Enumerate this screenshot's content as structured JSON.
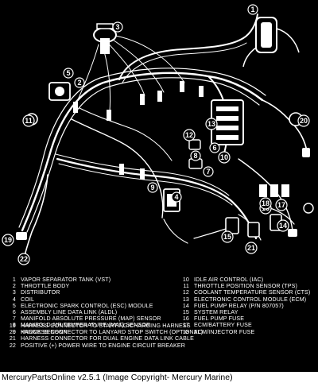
{
  "callouts": [
    "1",
    "2",
    "3",
    "4",
    "5",
    "6",
    "7",
    "8",
    "9",
    "10",
    "11",
    "12",
    "13",
    "14",
    "15",
    "16",
    "17",
    "18",
    "19",
    "20",
    "21",
    "22"
  ],
  "legend": {
    "left": [
      {
        "num": "1",
        "text": "VAPOR SEPARATOR TANK (VST)"
      },
      {
        "num": "2",
        "text": "THROTTLE BODY"
      },
      {
        "num": "3",
        "text": "DISTRIBUTOR"
      },
      {
        "num": "4",
        "text": "COIL"
      },
      {
        "num": "5",
        "text": "ELECTRONIC SPARK CONTROL (ESC) MODULE"
      },
      {
        "num": "6",
        "text": "ASSEMBLY LINE DATA LINK (ALDL)"
      },
      {
        "num": "7",
        "text": "MANIFOLD ABSOLUTE PRESSURE (MAP) SENSOR"
      },
      {
        "num": "8",
        "text": "MANIFOLD AIR TEMPERATURE (MAT) SENSOR"
      },
      {
        "num": "9",
        "text": "KNOCK SENSOR"
      }
    ],
    "right": [
      {
        "num": "10",
        "text": "IDLE AIR CONTROL (IAC)"
      },
      {
        "num": "11",
        "text": "THROTTLE POSITION SENSOR (TPS)"
      },
      {
        "num": "12",
        "text": "COOLANT TEMPERATURE SENSOR (CTS)"
      },
      {
        "num": "13",
        "text": "ELECTRONIC CONTROL MODULE (ECM)"
      },
      {
        "num": "14",
        "text": "FUEL PUMP RELAY (P/N 807057)"
      },
      {
        "num": "15",
        "text": "SYSTEM RELAY"
      },
      {
        "num": "16",
        "text": "FUEL PUMP FUSE"
      },
      {
        "num": "17",
        "text": "ECM/BATTERY FUSE"
      },
      {
        "num": "18",
        "text": "ECM/INJECTOR FUSE"
      }
    ],
    "bottom": [
      {
        "num": "19",
        "text": "HARNESS CONNECTOR TO STARTING/CHARGING HARNESS"
      },
      {
        "num": "20",
        "text": "HARNESS CONNECTOR TO LANYARD STOP SWITCH (OPTIONAL)"
      },
      {
        "num": "21",
        "text": "HARNESS CONNECTOR FOR DUAL ENGINE DATA LINK CABLE"
      },
      {
        "num": "22",
        "text": "POSITIVE (+) POWER WIRE TO ENGINE CIRCUIT BREAKER"
      }
    ]
  },
  "footer": {
    "text": "MercuryPartsOnline v2.5.1 (Image Copyright- Mercury Marine)"
  }
}
